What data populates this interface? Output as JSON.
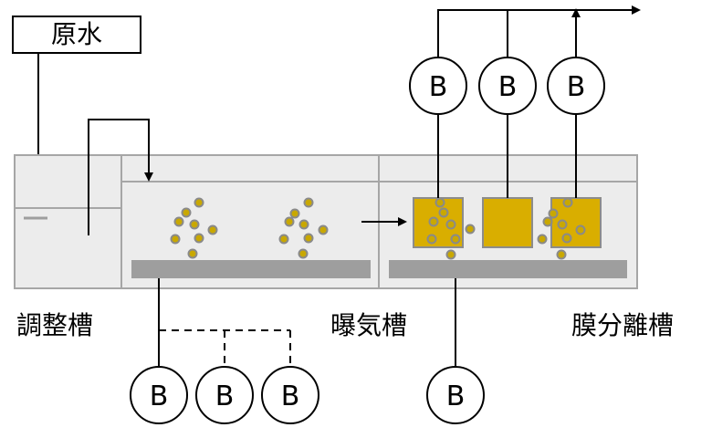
{
  "diagram": {
    "raw_water_label": "原水",
    "tanks": {
      "adjustment": "調整槽",
      "aeration": "曝気槽",
      "membrane": "膜分離槽"
    },
    "blower_label": "B",
    "colors": {
      "tank_fill": "#ececec",
      "tank_border": "#a6a6a6",
      "diffuser": "#9e9e9e",
      "membrane_fill": "#d9ae00",
      "membrane_border": "#8c8c8c",
      "bubble_fill": "#c9a800",
      "bubble_stroke": "#8a8a8a",
      "line": "#000000"
    }
  }
}
